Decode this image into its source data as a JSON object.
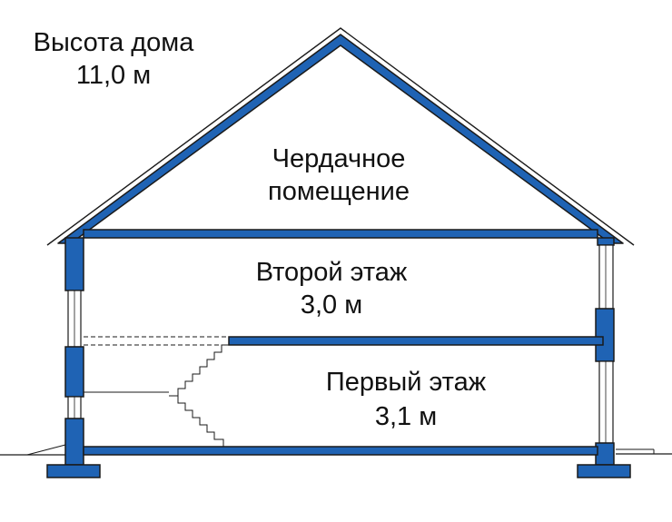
{
  "height_label": {
    "line1": "Высота дома",
    "line2": "11,0 м"
  },
  "attic": {
    "line1": "Чердачное",
    "line2": "помещение"
  },
  "second_floor": {
    "name": "Второй этаж",
    "height": "3,0 м"
  },
  "first_floor": {
    "name": "Первый этаж",
    "height": "3,1 м"
  },
  "colors": {
    "structure_fill": "#1f63b4",
    "outline": "#1a1a1a",
    "window_fill": "#ffffff",
    "background": "#ffffff"
  }
}
